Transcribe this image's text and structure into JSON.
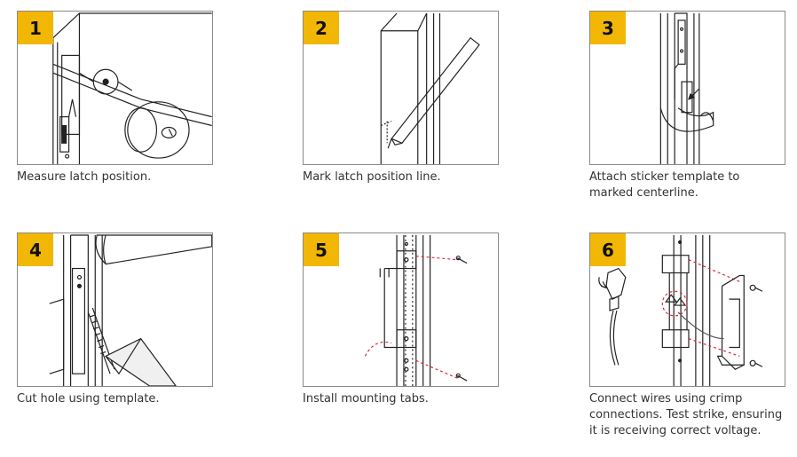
{
  "colors": {
    "badge": "#f2b705",
    "line": "#222222",
    "guide": "#d9263a",
    "frame": "#8a8a8a"
  },
  "steps": [
    {
      "number": "1",
      "caption": "Measure latch position."
    },
    {
      "number": "2",
      "caption": "Mark latch position line."
    },
    {
      "number": "3",
      "caption": "Attach sticker template to\nmarked centerline."
    },
    {
      "number": "4",
      "caption": "Cut hole using template."
    },
    {
      "number": "5",
      "caption": "Install mounting tabs."
    },
    {
      "number": "6",
      "caption": "Connect wires using crimp\nconnections.  Test strike, ensuring\nit is receiving correct voltage."
    }
  ]
}
